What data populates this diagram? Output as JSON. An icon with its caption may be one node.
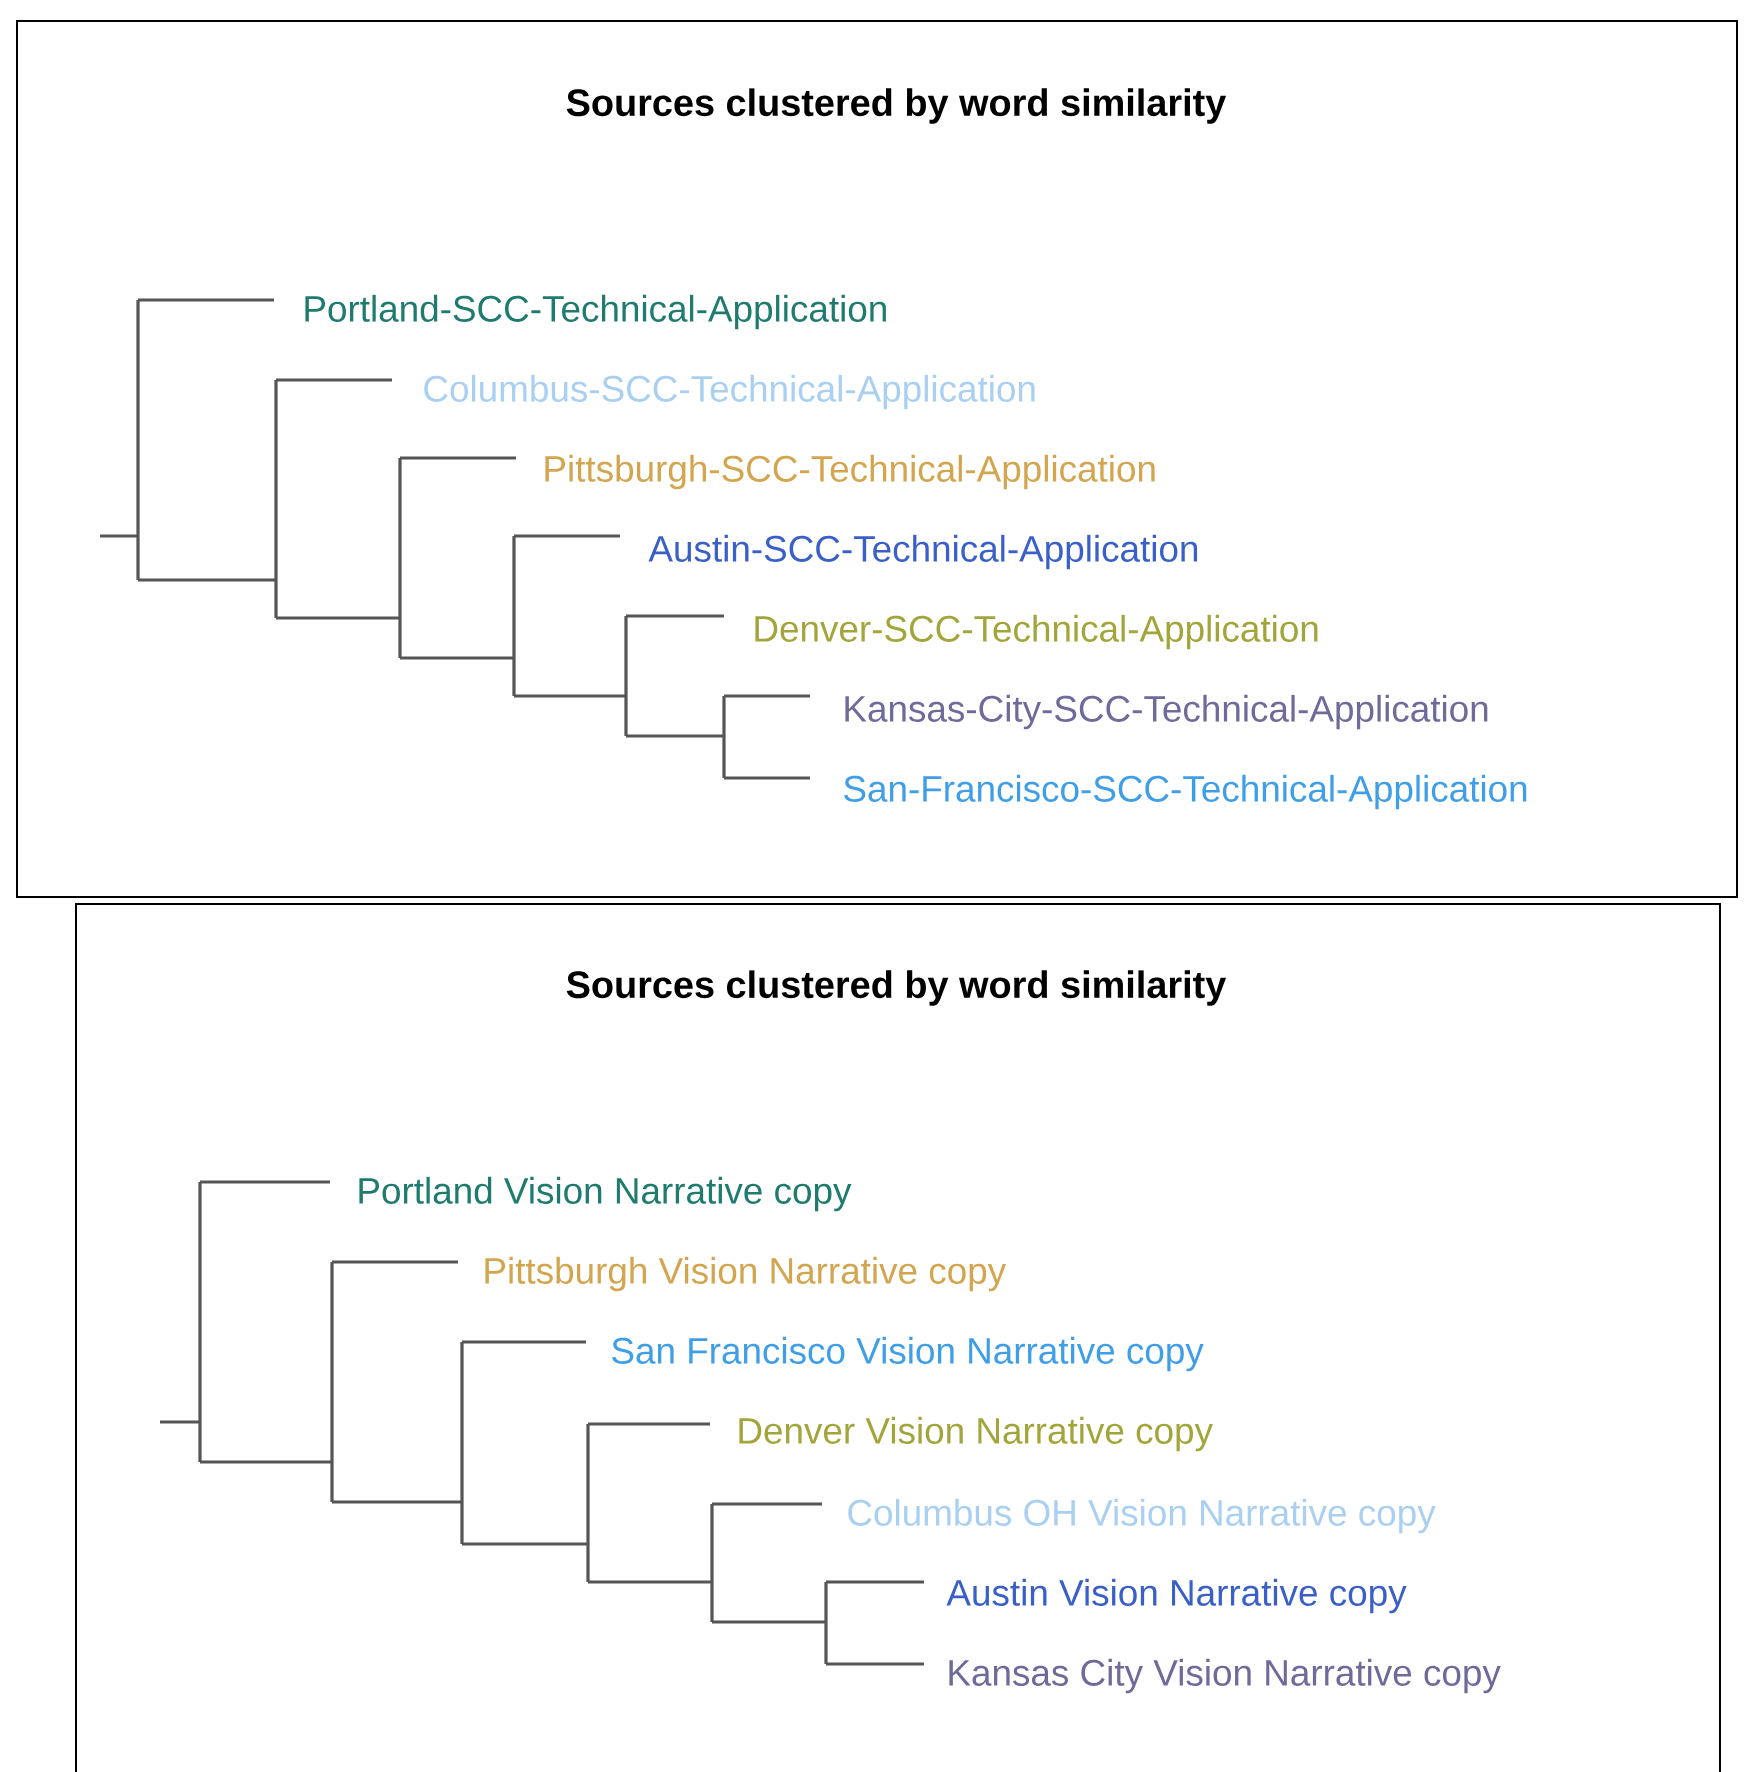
{
  "diagram": {
    "nodes": [
      {
        "text": [
          "Sources clustered by word similarity"
        ]
      },
      {
        "text": [
          "Portland-SCC-Technical-Application"
        ],
        "in": 0
      },
      {
        "text": [
          "Columbus-SCC-Technical-Application"
        ],
        "in": 0
      },
      {
        "text": [
          "Pittsburgh-SCC-Technical-Application"
        ],
        "in": 0
      },
      {
        "text": [
          "Austin-SCC-Technical-Application"
        ],
        "in": 0
      },
      {
        "text": [
          "Denver-SCC-Technical-Application"
        ],
        "in": 0
      },
      {
        "text": [
          "Kansas-City-SCC-Technical-Application"
        ],
        "in": 0
      },
      {
        "text": [
          "San-Francisco-SCC-Technical-Application"
        ],
        "in": 0
      },
      {
        "text": [
          "Sources clustered by word similarity"
        ]
      },
      {
        "text": [
          "Portland Vision Narrative copy"
        ],
        "in": 8
      },
      {
        "text": [
          "Pittsburgh Vision Narrative copy"
        ],
        "in": 8
      },
      {
        "text": [
          "San Francisco Vision Narrative copy"
        ],
        "in": 8
      },
      {
        "text": [
          "Denver Vision Narrative copy"
        ],
        "in": 8
      },
      {
        "text": [
          "Columbus OH Vision Narrative copy"
        ],
        "in": 8
      },
      {
        "text": [
          "Austin Vision Narrative copy"
        ],
        "in": 8
      },
      {
        "text": [
          "Kansas City Vision Narrative copy"
        ],
        "in": 8
      }
    ]
  }
}
